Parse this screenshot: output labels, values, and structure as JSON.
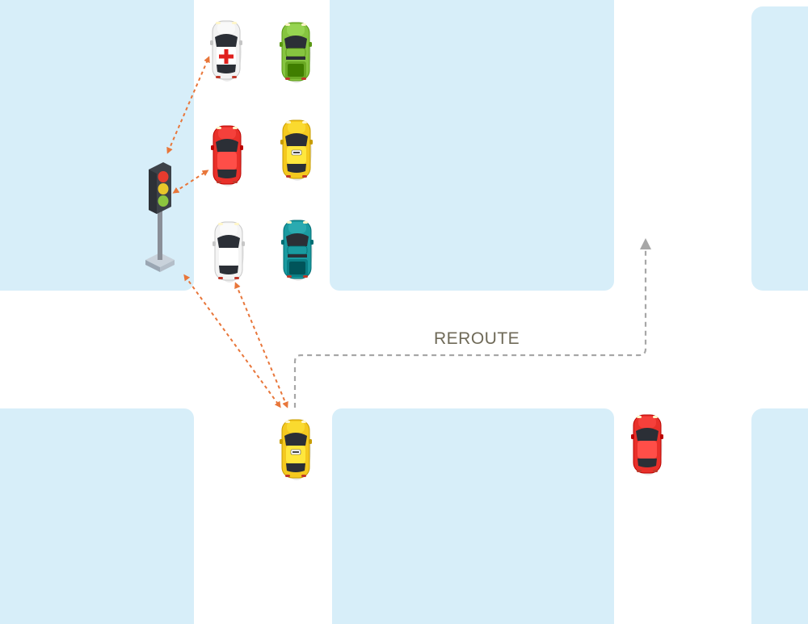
{
  "scene": {
    "reroute_label": "REROUTE"
  },
  "colors": {
    "road": "#ffffff",
    "block": "#d7eef9",
    "v2x_link": "#e8763a",
    "route": "#a7a7a7",
    "label": "#6f6a58",
    "light_pole": "#8a8f98",
    "light_red": "#e63b2e",
    "light_yellow": "#e9c62a",
    "light_green": "#8cc63f"
  },
  "vehicles": [
    {
      "name": "ambulance-car",
      "body": "#f2f2f2",
      "type": "ambulance"
    },
    {
      "name": "green-pickup",
      "body": "#86c440",
      "type": "pickup"
    },
    {
      "name": "red-car-lane1",
      "body": "#e8302a",
      "type": "sedan"
    },
    {
      "name": "yellow-taxi-lane2",
      "body": "#f4c91f",
      "type": "taxi"
    },
    {
      "name": "white-car",
      "body": "#f4f4f4",
      "type": "sedan"
    },
    {
      "name": "teal-pickup",
      "body": "#1a9aa0",
      "type": "pickup"
    },
    {
      "name": "yellow-taxi-rerouting",
      "body": "#f4c91f",
      "type": "taxi"
    },
    {
      "name": "red-car-right",
      "body": "#e8302a",
      "type": "sedan"
    }
  ]
}
